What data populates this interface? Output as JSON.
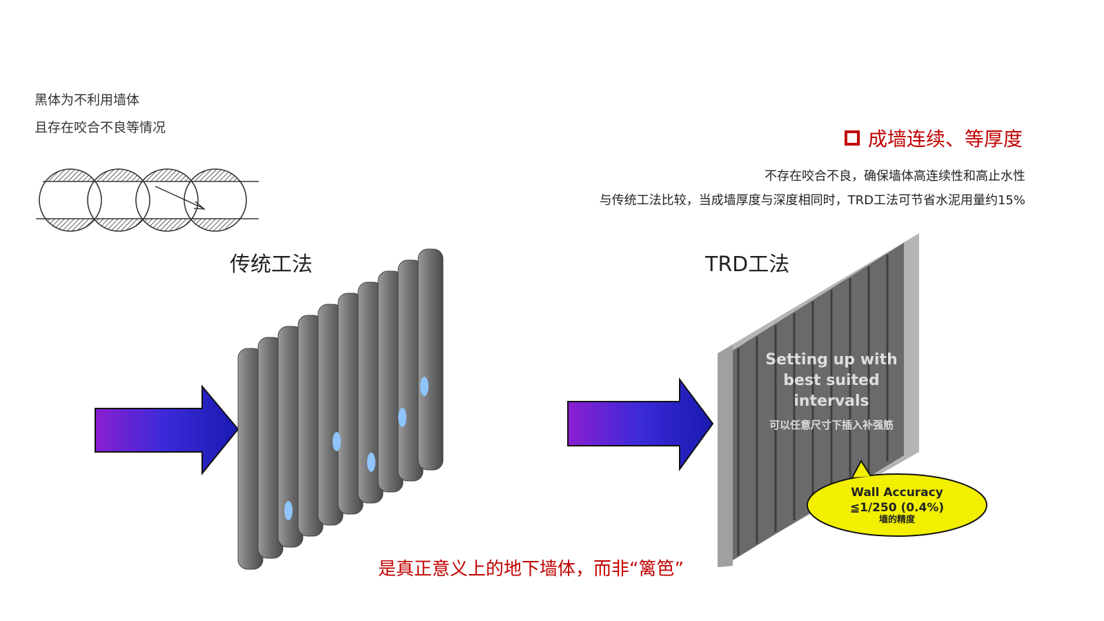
{
  "left_notes": [
    "黑体为不利用墙体",
    "且存在咬合不良等情况"
  ],
  "section_title": "成墙连续、等厚度",
  "descriptions": [
    "不存在咬合不良，确保墙体高连续性和高止水性",
    "与传统工法比较，当成墙厚度与深度相同时，TRD工法可节省水泥用量约15%"
  ],
  "traditional_label": "传统工法",
  "trd_label": "TRD工法",
  "trd_overlay": {
    "line1": "Setting up with",
    "line2": "best suited",
    "line3": "intervals",
    "cn": "可以任意尺寸下插入补强筋"
  },
  "callout": {
    "line1": "Wall Accuracy",
    "line2": "≦1/250 (0.4%)",
    "line3": "墙的精度"
  },
  "conclusion": "是真正意义上的地下墙体，而非“篱笆”",
  "colors": {
    "accent": "#c00000",
    "callout": "#f2f000"
  }
}
